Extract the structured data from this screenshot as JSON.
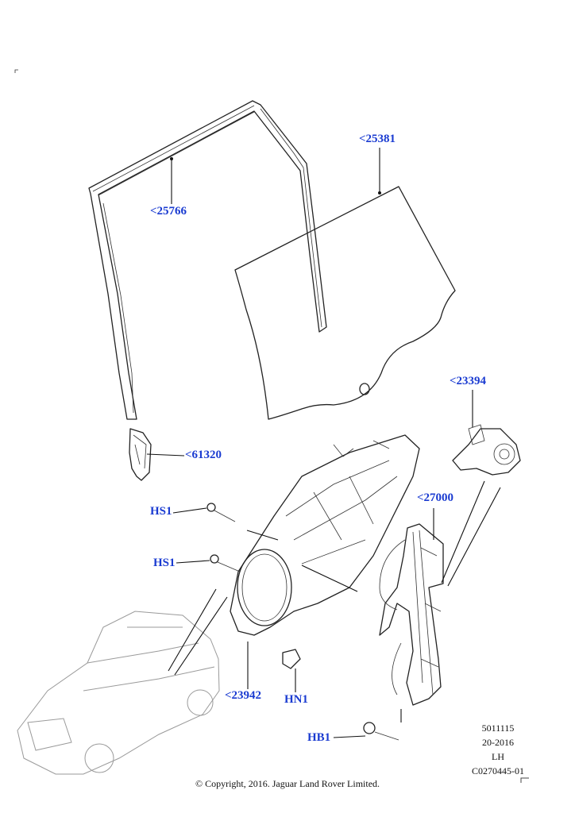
{
  "callouts": {
    "glass_run_channel": "<25766",
    "door_glass": "<25381",
    "window_motor": "<23394",
    "guide_bracket": "<61320",
    "window_regulator": "<27000",
    "hs1_upper": "HS1",
    "hs1_lower": "HS1",
    "module_panel": "<23942",
    "hn1": "HN1",
    "hb1": "HB1"
  },
  "reference": {
    "line1": "5011115",
    "line2": "20-2016",
    "line3": "LH",
    "line4": "C0270445-01"
  },
  "copyright": "© Copyright, 2016. Jaguar Land Rover Limited.",
  "colors": {
    "callout": "#1a3bd1",
    "line": "#222222"
  }
}
